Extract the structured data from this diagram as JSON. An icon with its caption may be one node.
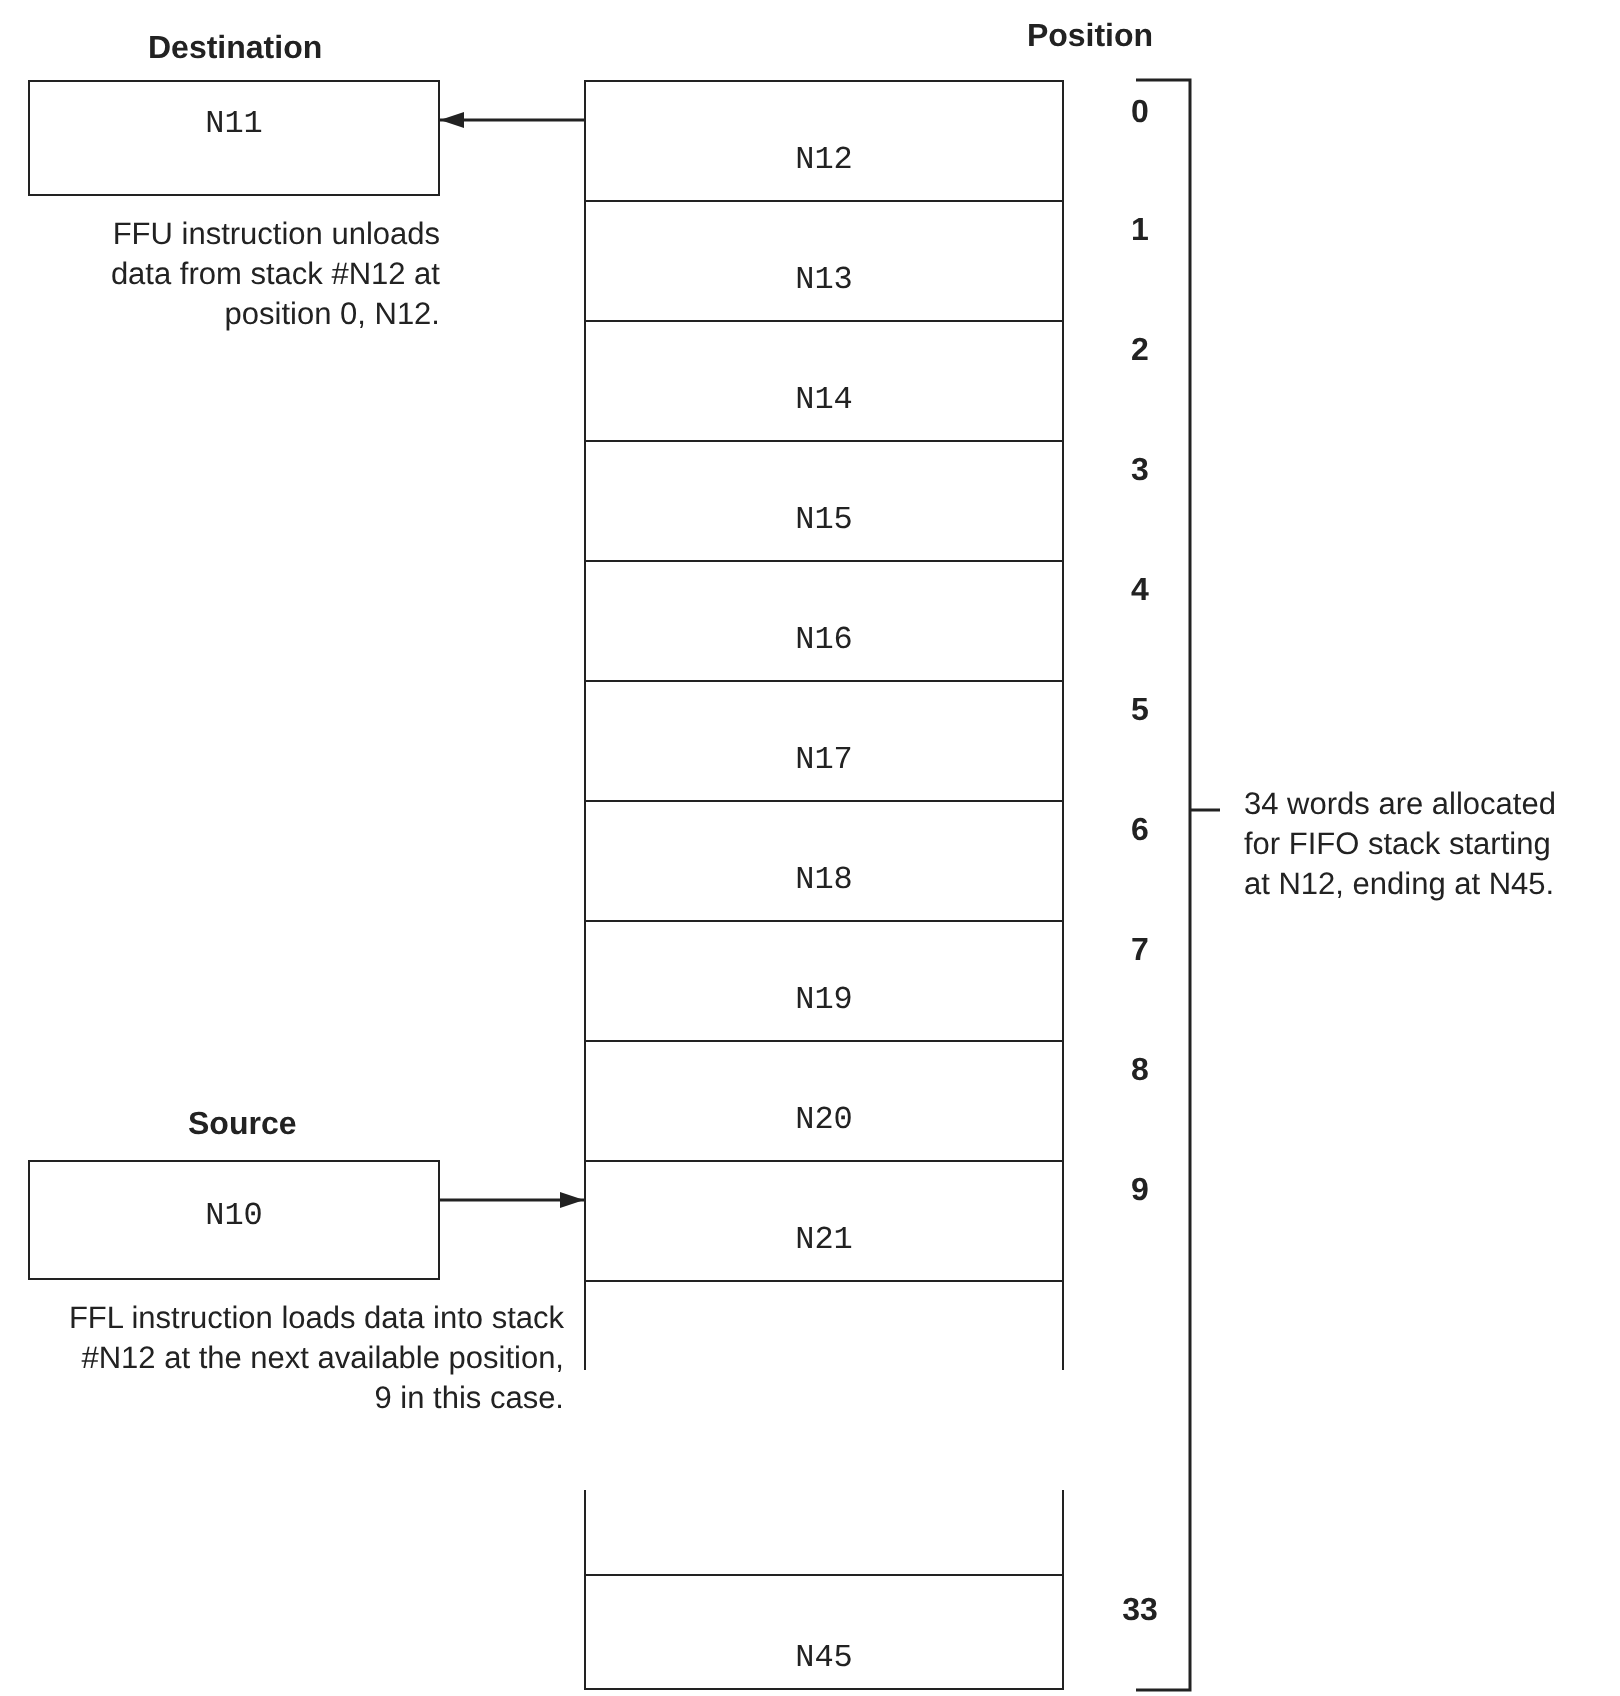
{
  "diagram": {
    "nodes": [
      {
        "text": [
          "Destination",
          "N11"
        ]
      },
      {
        "text": [
          "N12"
        ]
      },
      {
        "text": [
          "N13"
        ]
      },
      {
        "text": [
          "N14"
        ]
      },
      {
        "text": [
          "N15"
        ]
      },
      {
        "text": [
          "N16"
        ]
      },
      {
        "text": [
          "N17"
        ]
      },
      {
        "text": [
          "N18"
        ]
      },
      {
        "text": [
          "N19"
        ]
      },
      {
        "text": [
          "N20"
        ]
      },
      {
        "text": [
          "Source",
          "N10"
        ]
      },
      {
        "text": [
          "N21"
        ]
      },
      {
        "text": [],
        "shape": "box"
      },
      {
        "text": [],
        "shape": "box"
      },
      {
        "text": [
          "N45"
        ]
      }
    ],
    "edges": [
      {
        "from": 1,
        "to": 0,
        "arrow": "to"
      },
      {
        "from": 10,
        "to": 11,
        "arrow": "to"
      }
    ],
    "labels": [
      "Position",
      "0",
      "FFU instruction unloads data from stack #N12 at position 0, N12.",
      "1",
      "2",
      "3",
      "4",
      "5",
      "6",
      "34 words are allocated for FIFO stack starting at N12, ending at N45.",
      "7",
      "8",
      "9",
      "FFL instruction loads data into stack #N12 at the next available position, 9 in this case.",
      "33"
    ]
  }
}
